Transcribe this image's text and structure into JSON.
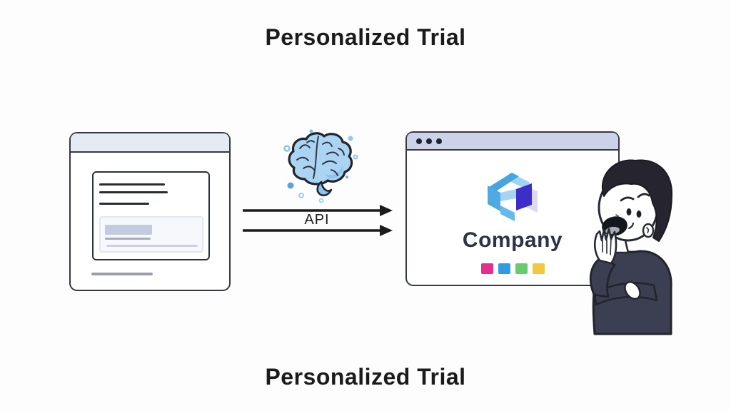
{
  "titles": {
    "top": "Personalized Trial",
    "bottom": "Personalized Trial"
  },
  "flow": {
    "api_label": "API",
    "arrow_count": 2,
    "brain_icon": "brain-icon"
  },
  "left_window": {
    "type": "wireframe-form-window",
    "text_lines": 3,
    "has_input_field": true
  },
  "right_window": {
    "window_dots": 3,
    "logo_text": "Company",
    "palette": [
      "#e62e8f",
      "#2f9ce2",
      "#68cc6d",
      "#f2c93c"
    ]
  },
  "person": {
    "description_icon": "happy-person-illustration"
  },
  "colors": {
    "background": "#fdfdfe",
    "title_text": "#1b1b1b",
    "window_border": "#343943",
    "left_header_bg": "#e5eaf5",
    "right_header_bg": "#ccd3e8",
    "brain_fill": "#abd4f2",
    "logo_blue": "#4fa9e2",
    "logo_light_blue": "#9fd4f3",
    "logo_indigo": "#3c2ec6",
    "logo_lavender": "#dcdbee",
    "shirt": "#3b3f51",
    "arrow": "#1c1c1c"
  }
}
